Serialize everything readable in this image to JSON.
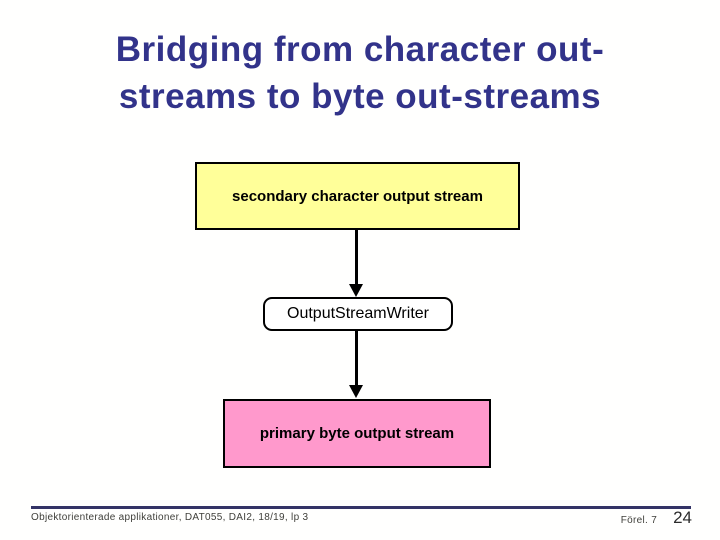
{
  "slide": {
    "title_line1": "Bridging from character out-",
    "title_line2": "streams to byte out-streams",
    "diagram": {
      "top_box_label": "secondary character output stream",
      "middle_box_label": "OutputStreamWriter",
      "bottom_box_label": "primary byte output stream"
    },
    "footer": {
      "left_text": "Objektorienterade applikationer, DAT055, DAI2, 18/19, lp 3",
      "lecture_label": "Förel. 7",
      "page_number": "24"
    },
    "colors": {
      "title_text": "#32338a",
      "top_box_bg": "#ffff99",
      "middle_box_bg": "#ffffff",
      "bottom_box_bg": "#ff99cc",
      "box_border": "#000000",
      "arrow": "#000000",
      "footer_line": "#333366",
      "footer_text": "#3f3f3a"
    }
  }
}
